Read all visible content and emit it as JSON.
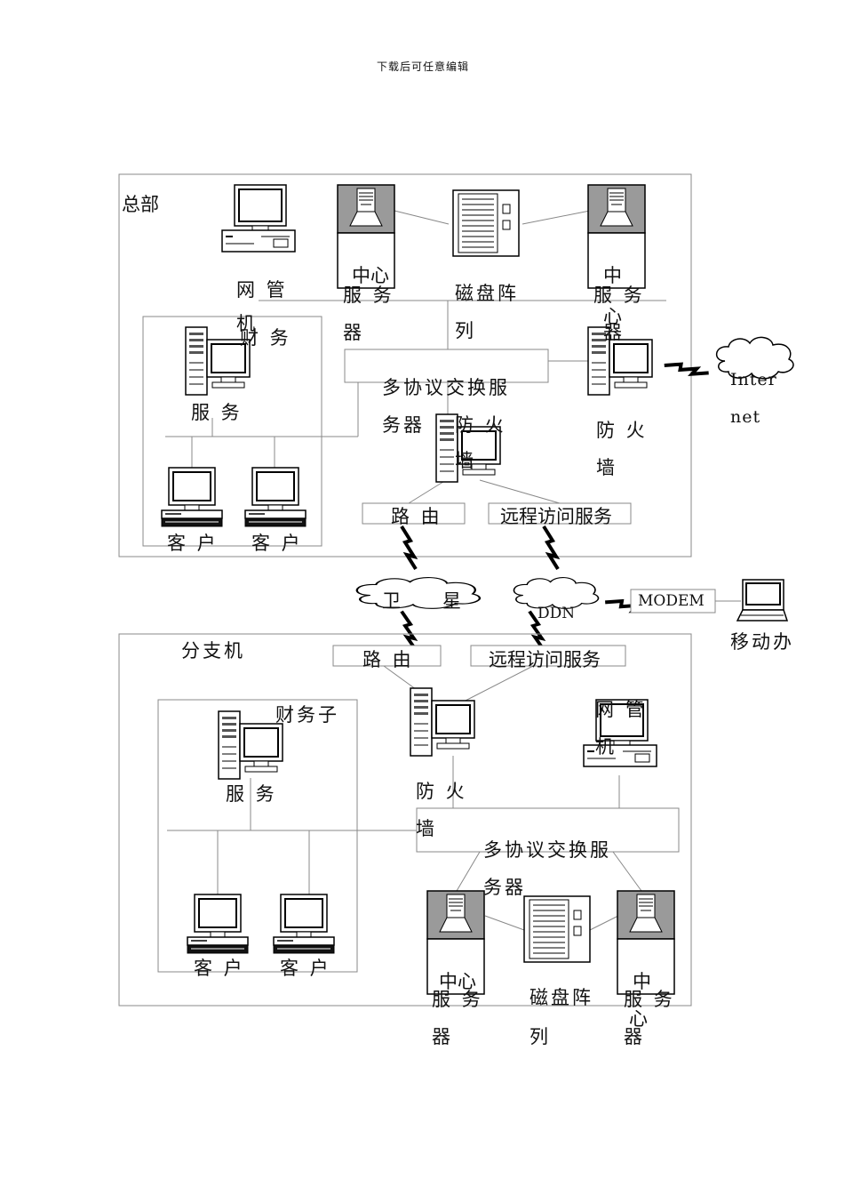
{
  "header_note": "下载后可任意编辑",
  "hq": {
    "title": "总部",
    "netmgr": [
      "网 管",
      "机"
    ],
    "center_server_1": [
      "中心",
      "服 务",
      "器"
    ],
    "disk_array": [
      "磁盘阵",
      "列"
    ],
    "center_server_2": [
      "中",
      "服 务",
      "心",
      "器"
    ],
    "finance_group": "财 务",
    "finance_server": "服 务",
    "switch": [
      "多协议交换服",
      "务器"
    ],
    "firewall_inner": [
      "防 火",
      "墙"
    ],
    "firewall_outer": [
      "防 火",
      "墙"
    ],
    "internet": [
      "Inter",
      "net"
    ],
    "client_1": "客 户",
    "client_2": "客 户",
    "router": "路 由",
    "remote_access": "远程访问服务"
  },
  "wan": {
    "satellite": [
      "卫",
      "星"
    ],
    "ddn": "DDN",
    "modem": "MODEM",
    "mobile": "移动办"
  },
  "branch": {
    "title": "分支机",
    "router": "路 由",
    "remote_access": "远程访问服务",
    "finance_group": "财务子",
    "finance_server": "服 务",
    "firewall": [
      "防 火",
      "墙"
    ],
    "netmgr": [
      "网 管",
      "机"
    ],
    "switch": [
      "多协议交换服",
      "务器"
    ],
    "client_1": "客 户",
    "client_2": "客 户",
    "center_server_1": [
      "中心",
      "服 务",
      "器"
    ],
    "disk_array": [
      "磁盘阵",
      "列"
    ],
    "center_server_2": [
      "中",
      "服 务",
      "心",
      "器"
    ]
  }
}
